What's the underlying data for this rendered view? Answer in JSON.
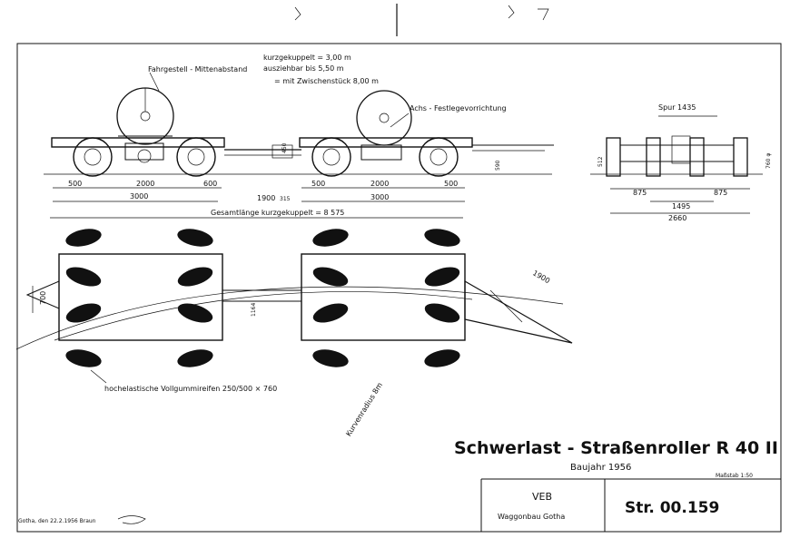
{
  "side_view": {
    "coupling_text": [
      "kurzgekuppelt = 3,00 m",
      "ausziehbar bis 5,50 m",
      "= mit Zwischenstück 8,00 m"
    ],
    "wheelbase_label": "Fahrgestell - Mittenabstand",
    "fixing_label": "Achs - Festlegevorrichtung",
    "height_label": "450",
    "dims_front": [
      "500",
      "2000",
      "600"
    ],
    "dims_front_total": "3000",
    "dims_gap": [
      "1900",
      "315"
    ],
    "dims_rear": [
      "500",
      "2000",
      "500"
    ],
    "dims_rear_total": "3000",
    "overall_length": "Gesamtlänge kurzgekuppelt = 8 575",
    "platform_height": "590"
  },
  "end_view": {
    "track": "Spur 1435",
    "platform_height": "512",
    "wheel_dia": "760 φ",
    "dims": [
      "875",
      "875"
    ],
    "inner": "1495",
    "overall": "2660"
  },
  "plan_view": {
    "width_label": "700",
    "frame_label": "1164",
    "drawbar_label": "1900",
    "tyres_note": "hochelastische Vollgummireifen 250/500 × 760",
    "turn_radius": "Kurvenradius 8m"
  },
  "title_block": {
    "title": "Schwerlast - Straßenroller R 40 II",
    "year": "Baujahr 1956",
    "scale": "Maßstab 1:50",
    "maker_1": "VEB",
    "maker_2": "Waggonbau Gotha",
    "drawing_no": "Str. 00.159",
    "signature": "Gotha, den 22.2.1956 Braun"
  }
}
